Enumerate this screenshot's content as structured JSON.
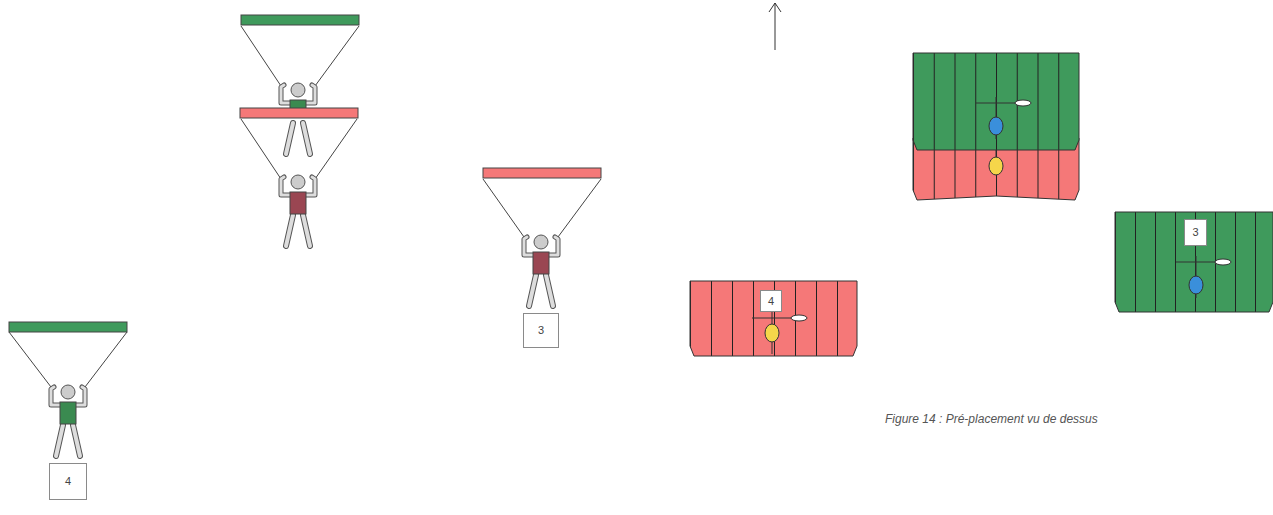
{
  "diagram": {
    "caption": "Figure 14 : Pré-placement vu de dessus",
    "nodes": [
      {
        "text": [
          "4"
        ]
      },
      {
        "text": [
          "3"
        ]
      },
      {
        "text": [
          "4"
        ]
      },
      {
        "text": [
          "3"
        ]
      }
    ]
  }
}
